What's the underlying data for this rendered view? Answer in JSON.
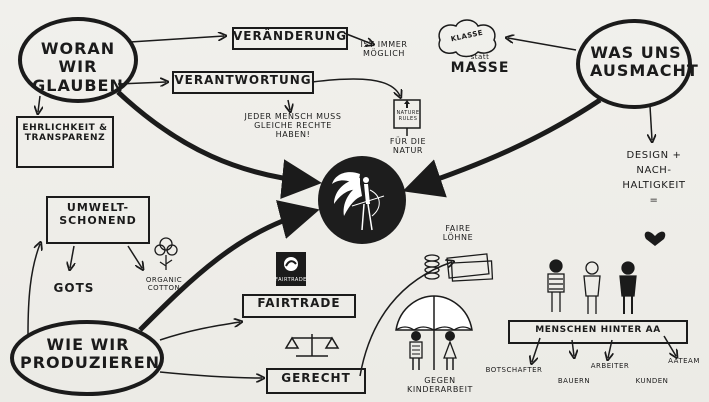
{
  "nodes": {
    "woran_wir_glauben": "WORAN WIR GLAUBEN",
    "was_uns_ausmacht": "WAS UNS AUSMACHT",
    "wie_wir_produzieren": "WIE WIR PRODUZIEREN",
    "veraenderung": "VERÄNDERUNG",
    "verantwortung": "VERANTWORTUNG",
    "ist_immer_moeglich": "IST IMMER MÖGLICH",
    "jeder_mensch": "JEDER MENSCH MUSS GLEICHE RECHTE HABEN!",
    "ehrlichkeit": "EHRLICHKEIT & TRANSPARENZ",
    "nature_rules": "NATURE RULES",
    "fuer_die_natur": "FÜR DIE NATUR",
    "klasse": "KLASSE",
    "statt": "statt",
    "masse": "MASSE",
    "design": "DESIGN + NACH-HALTIGKEIT =",
    "umweltschonend": "UMWELT-SCHONEND",
    "gots": "GOTS",
    "organic_cotton": "ORGANIC COTTON",
    "fairtrade_logo": "FAIRTRADE",
    "fairtrade": "FAIRTRADE",
    "gerecht": "GERECHT",
    "faire_loehne": "FAIRE LÖHNE",
    "gegen_kinderarbeit": "GEGEN KINDERARBEIT",
    "menschen_hinter_aa": "MENSCHEN HINTER AA",
    "botschafter": "BOTSCHAFTER",
    "bauern": "BAUERN",
    "arbeiter": "ARBEITER",
    "kunden": "KUNDEN",
    "aateam": "AATEAM"
  },
  "colors": {
    "ink": "#1b1b1b",
    "paper": "#efeeea",
    "umbrella": "#ffffff"
  }
}
